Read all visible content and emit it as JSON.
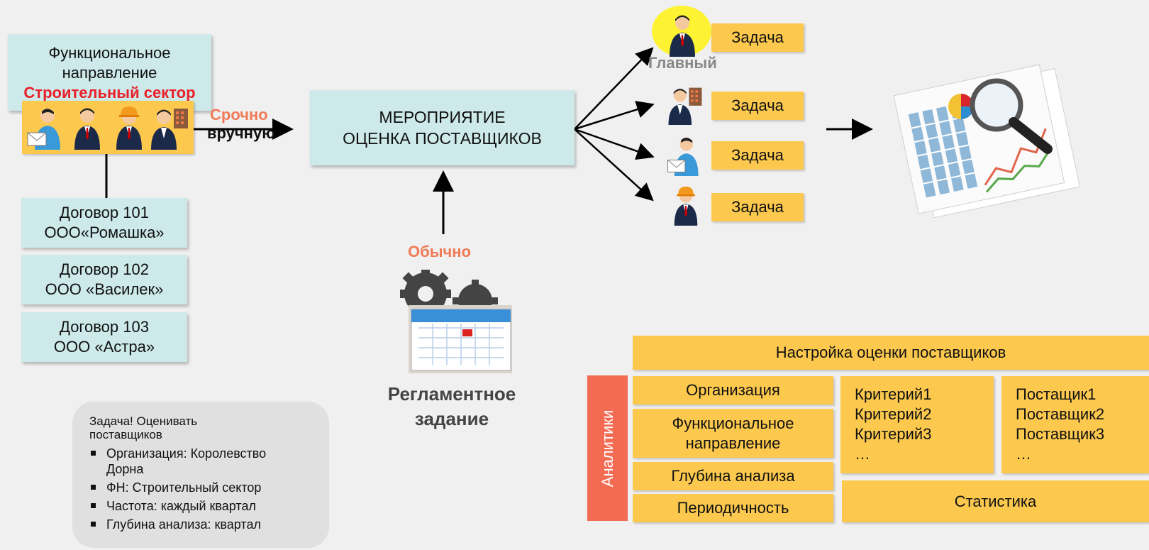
{
  "functional_block": {
    "line1": "Функциональное",
    "line2": "направление",
    "sector": "Строительный сектор"
  },
  "contracts": [
    {
      "number": "Договор 101",
      "company": "ООО«Ромашка»"
    },
    {
      "number": "Договор 102",
      "company": "ООО «Василек»"
    },
    {
      "number": "Договор 103",
      "company": "ООО «Астра»"
    }
  ],
  "trigger_urgent": {
    "label": "Срочно",
    "mode": "вручную"
  },
  "event": {
    "line1": "МЕРОПРИЯТИЕ",
    "line2": "ОЦЕНКА ПОСТАВЩИКОВ"
  },
  "trigger_normal": "Обычно",
  "scheduled_task": {
    "line1": "Регламентное",
    "line2": "задание"
  },
  "main_label": "Главный",
  "tasks": [
    "Задача",
    "Задача",
    "Задача",
    "Задача"
  ],
  "icons": {
    "users": [
      "mail-user-icon",
      "manager-icon",
      "builder-icon",
      "accountant-icon"
    ],
    "task_users": [
      "manager-icon",
      "accountant-icon",
      "mail-user-icon",
      "builder-icon"
    ],
    "report": "report-magnifier-icon",
    "schedule": "calendar-gears-icon"
  },
  "notes": {
    "title": "Задача!  Оценивать поставщиков",
    "items": [
      "Организация: Королевство Дорна",
      "ФН: Строительный сектор",
      "Частота: каждый квартал",
      "Глубина анализа: квартал"
    ]
  },
  "settings": {
    "header": "Настройка оценки поставщиков",
    "side_label": "Аналитики",
    "analytics": [
      "Организация",
      "Функциональное направление",
      "Глубина анализа",
      "Периодичность"
    ],
    "criteria": [
      "Критерий1",
      "Критерий2",
      "Критерий3",
      "…"
    ],
    "suppliers": [
      "Постащик1",
      "Поставщик2",
      "Поставщик3",
      "…"
    ],
    "statistics": "Статистика"
  },
  "colors": {
    "teal_box": "#cde9ea",
    "gold_box": "#fcc94e",
    "accent_red": "#e8202a",
    "accent_orange": "#f07a57",
    "side_label_bg": "#f26b52",
    "highlight": "#fdf333"
  }
}
